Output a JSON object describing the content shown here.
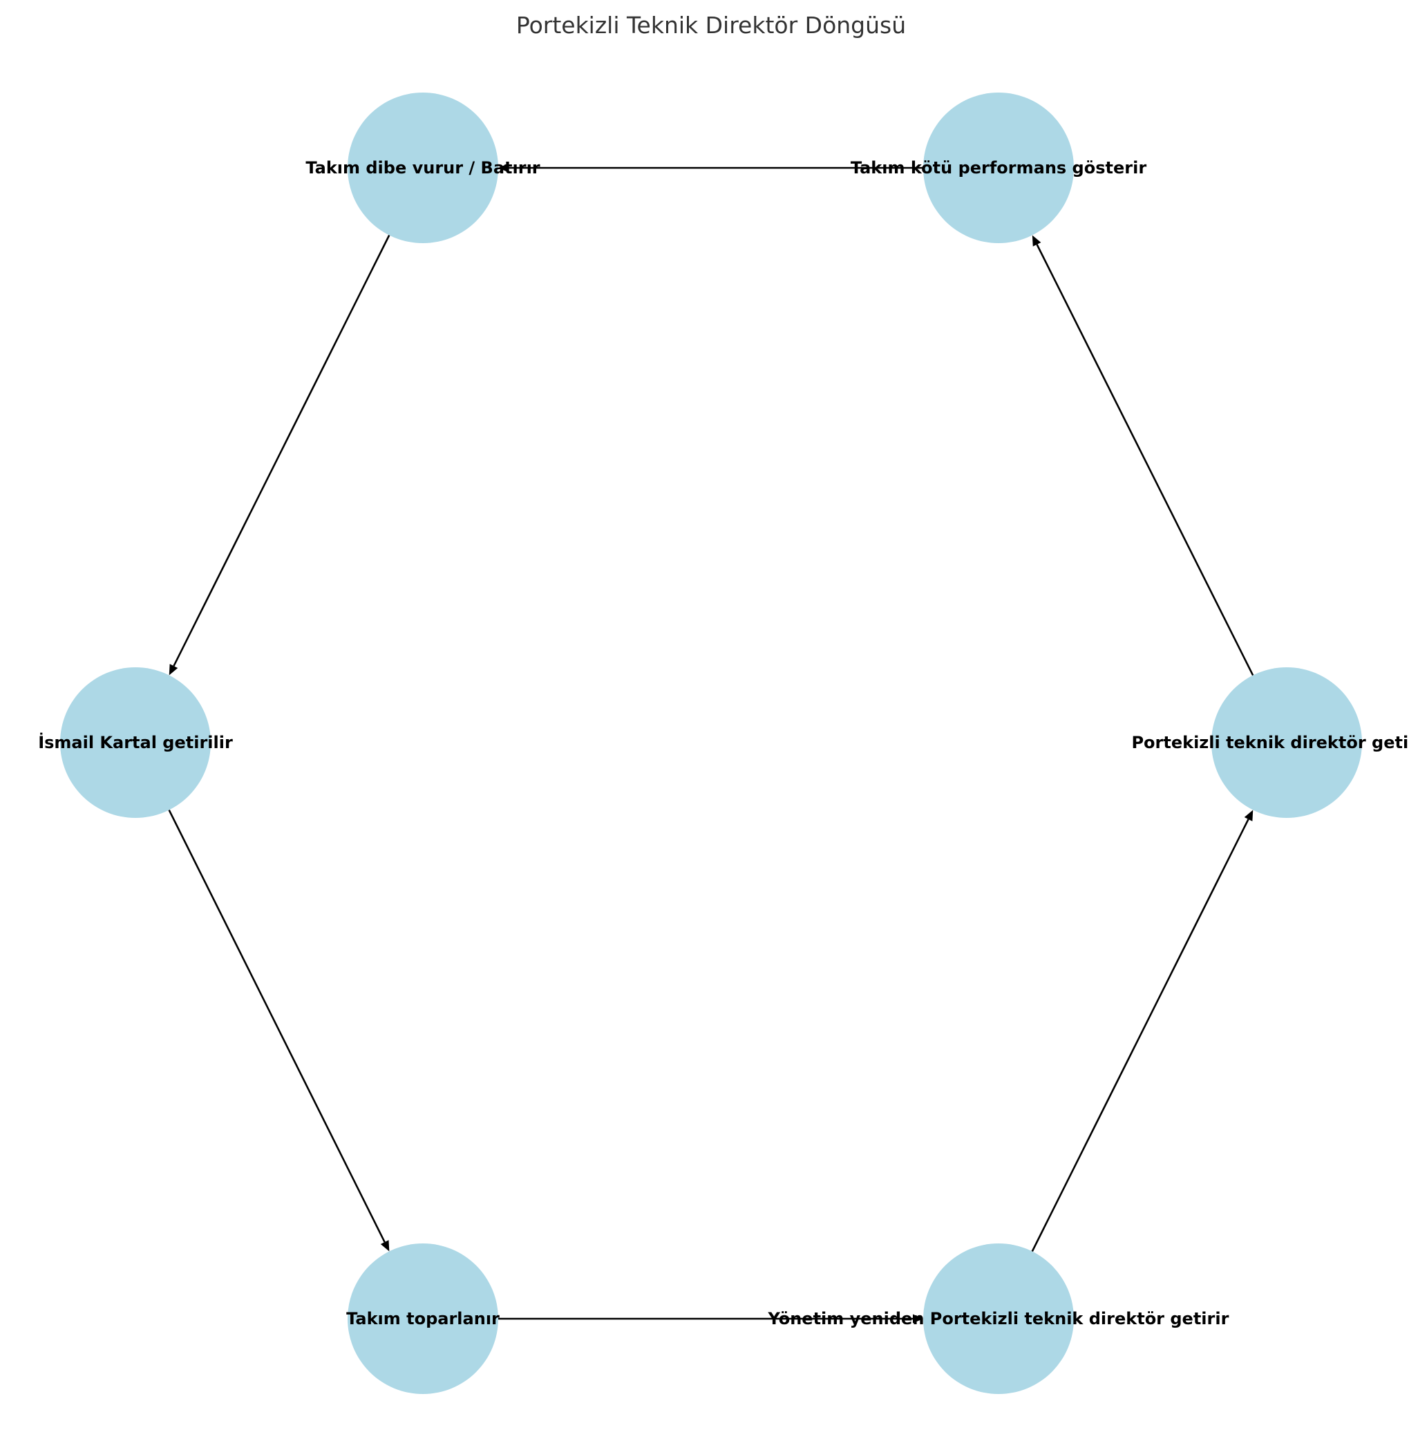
{
  "title": "Portekizli Teknik Direktör Döngüsü",
  "node_color": "#add8e6",
  "edge_color": "#000000",
  "nodes": [
    {
      "id": "n0",
      "label": "Portekizli teknik direktör getirilir"
    },
    {
      "id": "n1",
      "label": "Takım kötü performans gösterir"
    },
    {
      "id": "n2",
      "label": "Takım dibe vurur / Batırır"
    },
    {
      "id": "n3",
      "label": "İsmail Kartal getirilir"
    },
    {
      "id": "n4",
      "label": "Takım toparlanır"
    },
    {
      "id": "n5",
      "label": "Yönetim yeniden Portekizli teknik direktör getirir"
    }
  ],
  "edges": [
    {
      "from": "n0",
      "to": "n1"
    },
    {
      "from": "n1",
      "to": "n2"
    },
    {
      "from": "n2",
      "to": "n3"
    },
    {
      "from": "n3",
      "to": "n4"
    },
    {
      "from": "n4",
      "to": "n5"
    },
    {
      "from": "n5",
      "to": "n0"
    }
  ]
}
